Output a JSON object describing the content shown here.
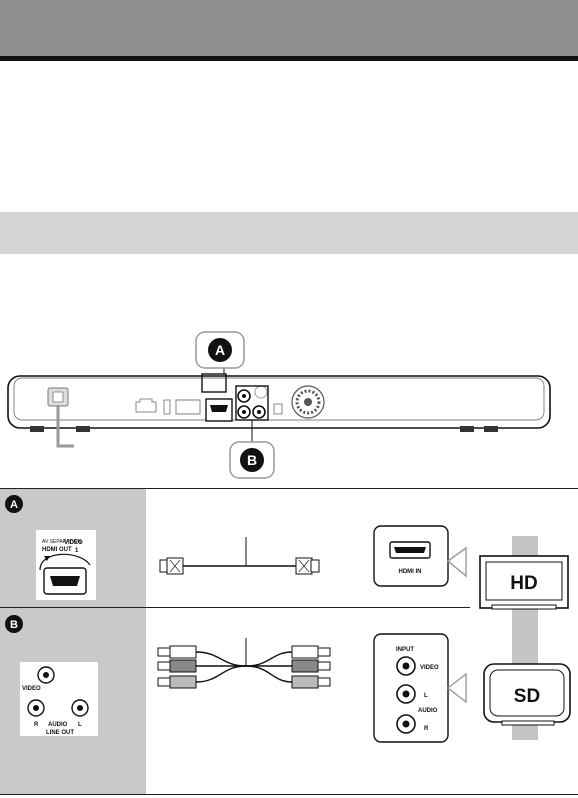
{
  "callouts": {
    "a": "A",
    "b": "B"
  },
  "row_a": {
    "marker": "A",
    "panel_top_label": "AV SEPARATION",
    "panel_hdmi_label": "HDMI OUT",
    "panel_video_label": "VIDEO",
    "panel_video_num": "1",
    "tv_input_label": "HDMI IN"
  },
  "row_b": {
    "marker": "B",
    "panel_video_label": "VIDEO",
    "panel_r_label": "R",
    "panel_audio_label": "AUDIO",
    "panel_l_label": "L",
    "panel_lineout_label": "LINE OUT",
    "tv_input_title": "INPUT",
    "tv_video_label": "VIDEO",
    "tv_l_label": "L",
    "tv_audio_label": "AUDIO",
    "tv_r_label": "R"
  },
  "tv_hd_label": "HD",
  "tv_sd_label": "SD"
}
